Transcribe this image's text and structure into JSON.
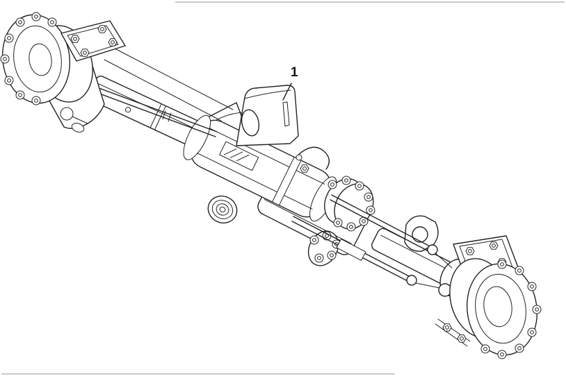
{
  "page": {
    "background": "#ffffff",
    "description": "Technical parts-catalog line drawing of a front drive axle assembly, shown in isometric view from upper-left to lower-right, with one numbered callout."
  },
  "illustration": {
    "subject": "front-axle-assembly",
    "line_color": "#222222",
    "callouts": [
      {
        "label": "1",
        "target": "center mounting bracket"
      }
    ]
  }
}
